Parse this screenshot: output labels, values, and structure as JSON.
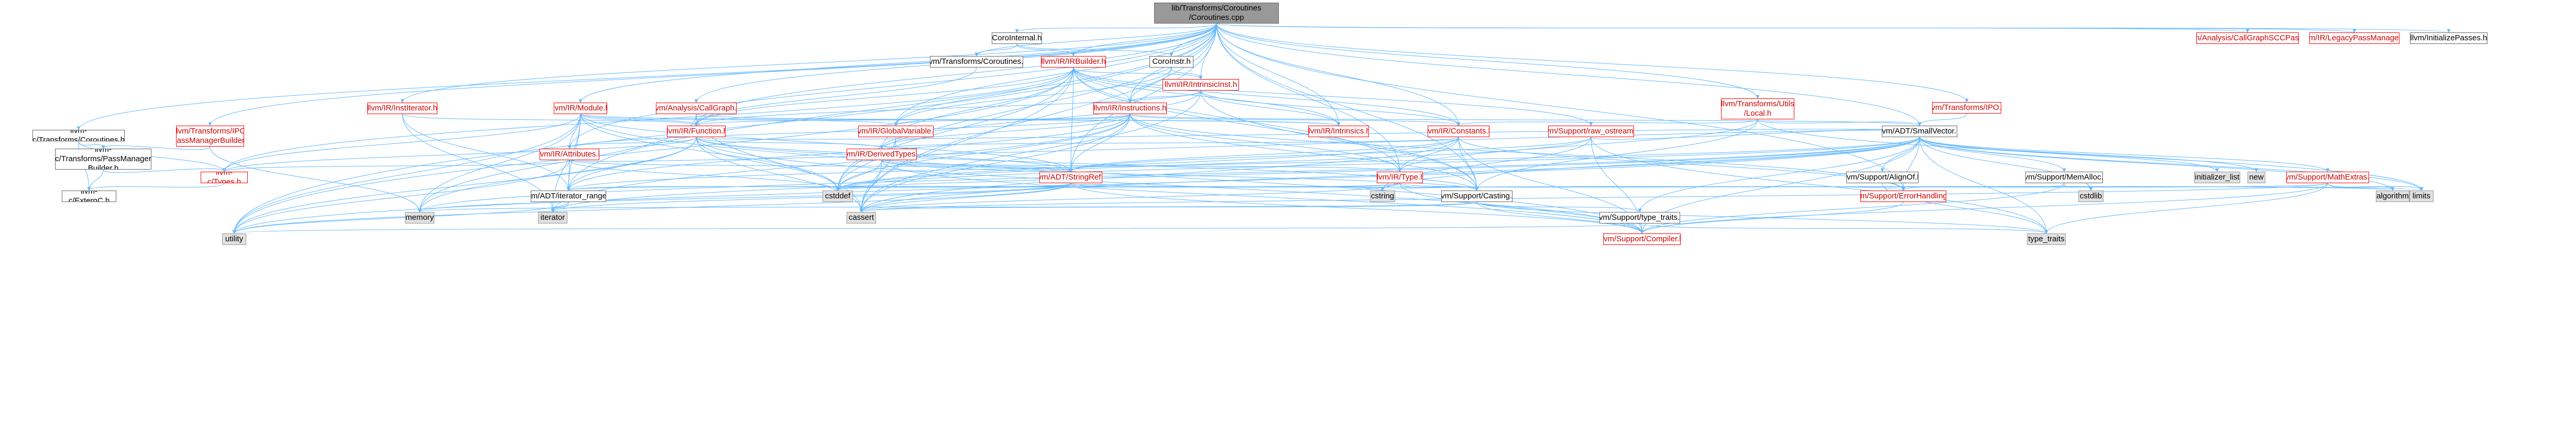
{
  "colors": {
    "edge": "#63b8ff",
    "root_fill": "#999999",
    "linked_missing_border": "#ff0000",
    "linked_missing_text": "#cc0000",
    "system_fill": "#e0e0e0",
    "node_border": "#666666"
  },
  "nodes": [
    {
      "id": "root",
      "label": "lib/Transforms/Coroutines\n/Coroutines.cpp",
      "kind": "root"
    },
    {
      "id": "cgscc",
      "label": "llvm/Analysis/CallGraphSCCPass.h",
      "kind": "red"
    },
    {
      "id": "legacy",
      "label": "llvm/IR/LegacyPassManager.h",
      "kind": "red"
    },
    {
      "id": "initpasses",
      "label": "llvm/InitializePasses.h",
      "kind": "plain"
    },
    {
      "id": "corointernal",
      "label": "CoroInternal.h",
      "kind": "plain"
    },
    {
      "id": "transcoro",
      "label": "llvm/Transforms/Coroutines.h",
      "kind": "plain"
    },
    {
      "id": "coroinstr",
      "label": "CoroInstr.h",
      "kind": "plain"
    },
    {
      "id": "irbuilder",
      "label": "llvm/IR/IRBuilder.h",
      "kind": "red"
    },
    {
      "id": "intrinsicinst",
      "label": "llvm/IR/IntrinsicInst.h",
      "kind": "red"
    },
    {
      "id": "transipo",
      "label": "llvm/Transforms/IPO.h",
      "kind": "red"
    },
    {
      "id": "institerator",
      "label": "llvm/IR/InstIterator.h",
      "kind": "red"
    },
    {
      "id": "irmodule",
      "label": "llvm/IR/Module.h",
      "kind": "red"
    },
    {
      "id": "callgraph",
      "label": "llvm/Analysis/CallGraph.h",
      "kind": "red"
    },
    {
      "id": "instructions",
      "label": "llvm/IR/Instructions.h",
      "kind": "red"
    },
    {
      "id": "tuLocal",
      "label": "llvm/Transforms/Utils\n/Local.h",
      "kind": "red"
    },
    {
      "id": "llvmcCoro",
      "label": "llvm-c/Transforms/Coroutines.h",
      "kind": "plain"
    },
    {
      "id": "transIpoPMB",
      "label": "llvm/Transforms/IPO\n/PassManagerBuilder.h",
      "kind": "red"
    },
    {
      "id": "llvmcPMB",
      "label": "llvm-c/Transforms/PassManager\nBuilder.h",
      "kind": "plain"
    },
    {
      "id": "irfunction",
      "label": "llvm/IR/Function.h",
      "kind": "red"
    },
    {
      "id": "globalvar",
      "label": "llvm/IR/GlobalVariable.h",
      "kind": "red"
    },
    {
      "id": "intrinsics",
      "label": "llvm/IR/Intrinsics.h",
      "kind": "red"
    },
    {
      "id": "constants",
      "label": "llvm/IR/Constants.h",
      "kind": "red"
    },
    {
      "id": "rawostream",
      "label": "llvm/Support/raw_ostream.h",
      "kind": "red"
    },
    {
      "id": "smallvector",
      "label": "llvm/ADT/SmallVector.h",
      "kind": "plain"
    },
    {
      "id": "attributes",
      "label": "llvm/IR/Attributes.h",
      "kind": "red"
    },
    {
      "id": "derivedtypes",
      "label": "llvm/IR/DerivedTypes.h",
      "kind": "red"
    },
    {
      "id": "llvmcTypes",
      "label": "llvm-c/Types.h",
      "kind": "red"
    },
    {
      "id": "stringref",
      "label": "llvm/ADT/StringRef.h",
      "kind": "red"
    },
    {
      "id": "irtype",
      "label": "llvm/IR/Type.h",
      "kind": "red"
    },
    {
      "id": "alignof",
      "label": "llvm/Support/AlignOf.h",
      "kind": "plain"
    },
    {
      "id": "memalloc",
      "label": "llvm/Support/MemAlloc.h",
      "kind": "plain"
    },
    {
      "id": "mathextras",
      "label": "llvm/Support/MathExtras.h",
      "kind": "red"
    },
    {
      "id": "externc",
      "label": "llvm-c/ExternC.h",
      "kind": "plain"
    },
    {
      "id": "iterrange",
      "label": "llvm/ADT/iterator_range.h",
      "kind": "plain"
    },
    {
      "id": "casting",
      "label": "llvm/Support/Casting.h",
      "kind": "plain"
    },
    {
      "id": "errorhandling",
      "label": "llvm/Support/ErrorHandling.h",
      "kind": "red"
    },
    {
      "id": "typetraits_llvm",
      "label": "llvm/Support/type_traits.h",
      "kind": "plain"
    },
    {
      "id": "compiler",
      "label": "llvm/Support/Compiler.h",
      "kind": "red"
    },
    {
      "id": "initlist",
      "label": "initializer_list",
      "kind": "grey"
    },
    {
      "id": "new",
      "label": "new",
      "kind": "grey"
    },
    {
      "id": "algorithm",
      "label": "algorithm",
      "kind": "grey"
    },
    {
      "id": "limits",
      "label": "limits",
      "kind": "grey"
    },
    {
      "id": "cstring",
      "label": "cstring",
      "kind": "grey"
    },
    {
      "id": "cstdlib",
      "label": "cstdlib",
      "kind": "grey"
    },
    {
      "id": "cstddef",
      "label": "cstddef",
      "kind": "grey"
    },
    {
      "id": "memory",
      "label": "memory",
      "kind": "grey"
    },
    {
      "id": "iterator",
      "label": "iterator",
      "kind": "grey"
    },
    {
      "id": "cassert",
      "label": "cassert",
      "kind": "grey"
    },
    {
      "id": "utility",
      "label": "utility",
      "kind": "grey"
    },
    {
      "id": "typetraits",
      "label": "type_traits",
      "kind": "grey"
    }
  ],
  "edges": [
    [
      "root",
      "cgscc"
    ],
    [
      "root",
      "legacy"
    ],
    [
      "root",
      "initpasses"
    ],
    [
      "root",
      "corointernal"
    ],
    [
      "root",
      "transcoro"
    ],
    [
      "root",
      "coroinstr"
    ],
    [
      "root",
      "irbuilder"
    ],
    [
      "root",
      "intrinsicinst"
    ],
    [
      "root",
      "transipo"
    ],
    [
      "root",
      "institerator"
    ],
    [
      "root",
      "irmodule"
    ],
    [
      "root",
      "callgraph"
    ],
    [
      "root",
      "instructions"
    ],
    [
      "root",
      "tuLocal"
    ],
    [
      "root",
      "llvmcCoro"
    ],
    [
      "root",
      "transIpoPMB"
    ],
    [
      "root",
      "irfunction"
    ],
    [
      "root",
      "globalvar"
    ],
    [
      "root",
      "intrinsics"
    ],
    [
      "root",
      "constants"
    ],
    [
      "root",
      "stringref"
    ],
    [
      "root",
      "smallvector"
    ],
    [
      "root",
      "casting"
    ],
    [
      "root",
      "errorhandling"
    ],
    [
      "root",
      "cassert"
    ],
    [
      "root",
      "cstddef"
    ],
    [
      "root",
      "utility"
    ],
    [
      "root",
      "attributes"
    ],
    [
      "root",
      "irtype"
    ],
    [
      "root",
      "iterrange"
    ],
    [
      "corointernal",
      "coroinstr"
    ],
    [
      "corointernal",
      "irbuilder"
    ],
    [
      "corointernal",
      "transcoro"
    ],
    [
      "coroinstr",
      "intrinsicinst"
    ],
    [
      "coroinstr",
      "globalvar"
    ],
    [
      "coroinstr",
      "instructions"
    ],
    [
      "transcoro",
      "irfunction"
    ],
    [
      "irbuilder",
      "constants"
    ],
    [
      "irbuilder",
      "instructions"
    ],
    [
      "irbuilder",
      "intrinsicinst"
    ],
    [
      "irbuilder",
      "derivedtypes"
    ],
    [
      "irbuilder",
      "irfunction"
    ],
    [
      "irbuilder",
      "irtype"
    ],
    [
      "irbuilder",
      "stringref"
    ],
    [
      "irbuilder",
      "llvmcTypes"
    ],
    [
      "irbuilder",
      "casting"
    ],
    [
      "irbuilder",
      "rawostream"
    ],
    [
      "irbuilder",
      "cassert"
    ],
    [
      "irbuilder",
      "cstddef"
    ],
    [
      "irbuilder",
      "utility"
    ],
    [
      "irbuilder",
      "globalvar"
    ],
    [
      "irbuilder",
      "intrinsics"
    ],
    [
      "intrinsicinst",
      "instructions"
    ],
    [
      "intrinsicinst",
      "irfunction"
    ],
    [
      "intrinsicinst",
      "intrinsics"
    ],
    [
      "intrinsicinst",
      "derivedtypes"
    ],
    [
      "intrinsicinst",
      "constants"
    ],
    [
      "intrinsicinst",
      "casting"
    ],
    [
      "intrinsicinst",
      "cassert"
    ],
    [
      "transipo",
      "smallvector"
    ],
    [
      "institerator",
      "irfunction"
    ],
    [
      "institerator",
      "iterrange"
    ],
    [
      "institerator",
      "iterator"
    ],
    [
      "irmodule",
      "irfunction"
    ],
    [
      "irmodule",
      "globalvar"
    ],
    [
      "irmodule",
      "attributes"
    ],
    [
      "irmodule",
      "llvmcTypes"
    ],
    [
      "irmodule",
      "stringref"
    ],
    [
      "irmodule",
      "iterrange"
    ],
    [
      "irmodule",
      "cstddef"
    ],
    [
      "irmodule",
      "memory"
    ],
    [
      "irmodule",
      "iterator"
    ],
    [
      "irmodule",
      "compiler"
    ],
    [
      "irmodule",
      "utility"
    ],
    [
      "irmodule",
      "intrinsics"
    ],
    [
      "callgraph",
      "irfunction"
    ],
    [
      "callgraph",
      "intrinsics"
    ],
    [
      "callgraph",
      "memory"
    ],
    [
      "callgraph",
      "cassert"
    ],
    [
      "instructions",
      "attributes"
    ],
    [
      "instructions",
      "constants"
    ],
    [
      "instructions",
      "derivedtypes"
    ],
    [
      "instructions",
      "irfunction"
    ],
    [
      "instructions",
      "irtype"
    ],
    [
      "instructions",
      "stringref"
    ],
    [
      "instructions",
      "iterrange"
    ],
    [
      "instructions",
      "errorhandling"
    ],
    [
      "instructions",
      "casting"
    ],
    [
      "instructions",
      "smallvector"
    ],
    [
      "instructions",
      "cassert"
    ],
    [
      "instructions",
      "cstddef"
    ],
    [
      "instructions",
      "iterator"
    ],
    [
      "instructions",
      "globalvar"
    ],
    [
      "tuLocal",
      "smallvector"
    ],
    [
      "tuLocal",
      "constants"
    ],
    [
      "tuLocal",
      "irtype"
    ],
    [
      "tuLocal",
      "casting"
    ],
    [
      "tuLocal",
      "limits"
    ],
    [
      "llvmcCoro",
      "llvmcTypes"
    ],
    [
      "llvmcCoro",
      "llvmcPMB"
    ],
    [
      "llvmcCoro",
      "externc"
    ],
    [
      "transIpoPMB",
      "llvmcPMB"
    ],
    [
      "transIpoPMB",
      "memory"
    ],
    [
      "llvmcPMB",
      "llvmcTypes"
    ],
    [
      "llvmcPMB",
      "externc"
    ],
    [
      "irfunction",
      "attributes"
    ],
    [
      "irfunction",
      "derivedtypes"
    ],
    [
      "irfunction",
      "stringref"
    ],
    [
      "irfunction",
      "iterrange"
    ],
    [
      "irfunction",
      "casting"
    ],
    [
      "irfunction",
      "compiler"
    ],
    [
      "irfunction",
      "cassert"
    ],
    [
      "irfunction",
      "cstddef"
    ],
    [
      "irfunction",
      "memory"
    ],
    [
      "irfunction",
      "llvmcTypes"
    ],
    [
      "irfunction",
      "smallvector"
    ],
    [
      "irfunction",
      "utility"
    ],
    [
      "globalvar",
      "cassert"
    ],
    [
      "globalvar",
      "cstddef"
    ],
    [
      "constants",
      "derivedtypes"
    ],
    [
      "constants",
      "irtype"
    ],
    [
      "constants",
      "casting"
    ],
    [
      "constants",
      "errorhandling"
    ],
    [
      "constants",
      "compiler"
    ],
    [
      "constants",
      "cassert"
    ],
    [
      "constants",
      "cstddef"
    ],
    [
      "constants",
      "stringref"
    ],
    [
      "rawostream",
      "smallvector"
    ],
    [
      "rawostream",
      "stringref"
    ],
    [
      "rawostream",
      "cstring"
    ],
    [
      "rawostream",
      "cstddef"
    ],
    [
      "rawostream",
      "typetraits"
    ],
    [
      "rawostream",
      "compiler"
    ],
    [
      "smallvector",
      "alignof"
    ],
    [
      "smallvector",
      "memalloc"
    ],
    [
      "smallvector",
      "mathextras"
    ],
    [
      "smallvector",
      "initlist"
    ],
    [
      "smallvector",
      "new"
    ],
    [
      "smallvector",
      "algorithm"
    ],
    [
      "smallvector",
      "limits"
    ],
    [
      "smallvector",
      "cstring"
    ],
    [
      "smallvector",
      "cstdlib"
    ],
    [
      "smallvector",
      "cstddef"
    ],
    [
      "smallvector",
      "memory"
    ],
    [
      "smallvector",
      "iterator"
    ],
    [
      "smallvector",
      "cassert"
    ],
    [
      "smallvector",
      "utility"
    ],
    [
      "smallvector",
      "typetraits"
    ],
    [
      "smallvector",
      "compiler"
    ],
    [
      "smallvector",
      "typetraits_llvm"
    ],
    [
      "smallvector",
      "iterrange"
    ],
    [
      "smallvector",
      "errorhandling"
    ],
    [
      "attributes",
      "llvmcTypes"
    ],
    [
      "attributes",
      "stringref"
    ],
    [
      "attributes",
      "iterrange"
    ],
    [
      "attributes",
      "utility"
    ],
    [
      "attributes",
      "cstddef"
    ],
    [
      "attributes",
      "smallvector"
    ],
    [
      "derivedtypes",
      "irtype"
    ],
    [
      "derivedtypes",
      "stringref"
    ],
    [
      "derivedtypes",
      "casting"
    ],
    [
      "derivedtypes",
      "compiler"
    ],
    [
      "derivedtypes",
      "cassert"
    ],
    [
      "derivedtypes",
      "cstddef"
    ],
    [
      "llvmcTypes",
      "externc"
    ],
    [
      "stringref",
      "iterrange"
    ],
    [
      "stringref",
      "compiler"
    ],
    [
      "stringref",
      "algorithm"
    ],
    [
      "stringref",
      "cstring"
    ],
    [
      "stringref",
      "cstddef"
    ],
    [
      "stringref",
      "cassert"
    ],
    [
      "stringref",
      "limits"
    ],
    [
      "stringref",
      "utility"
    ],
    [
      "stringref",
      "iterator"
    ],
    [
      "stringref",
      "memory"
    ],
    [
      "irtype",
      "casting"
    ],
    [
      "irtype",
      "errorhandling"
    ],
    [
      "irtype",
      "compiler"
    ],
    [
      "irtype",
      "cassert"
    ],
    [
      "irtype",
      "cstddef"
    ],
    [
      "irtype",
      "iterrange"
    ],
    [
      "alignof",
      "typetraits"
    ],
    [
      "memalloc",
      "errorhandling"
    ],
    [
      "memalloc",
      "compiler"
    ],
    [
      "memalloc",
      "cstdlib"
    ],
    [
      "mathextras",
      "compiler"
    ],
    [
      "mathextras",
      "typetraits"
    ],
    [
      "mathextras",
      "algorithm"
    ],
    [
      "mathextras",
      "cassert"
    ],
    [
      "mathextras",
      "limits"
    ],
    [
      "mathextras",
      "cstring"
    ],
    [
      "iterrange",
      "iterator"
    ],
    [
      "iterrange",
      "utility"
    ],
    [
      "casting",
      "typetraits_llvm"
    ],
    [
      "casting",
      "compiler"
    ],
    [
      "casting",
      "cassert"
    ],
    [
      "casting",
      "memory"
    ],
    [
      "casting",
      "typetraits"
    ],
    [
      "errorhandling",
      "compiler"
    ],
    [
      "typetraits_llvm",
      "utility"
    ],
    [
      "typetraits_llvm",
      "typetraits"
    ]
  ]
}
